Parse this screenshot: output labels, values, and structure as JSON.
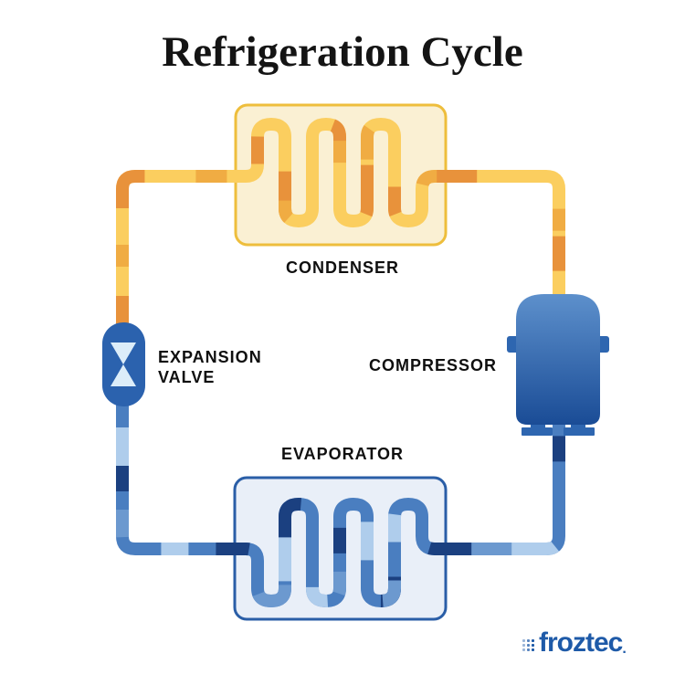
{
  "title": "Refrigeration Cycle",
  "diagram": {
    "condenser_label": "CONDENSER",
    "expansion_valve_label_1": "EXPANSION",
    "expansion_valve_label_2": "VALVE",
    "compressor_label": "COMPRESSOR",
    "evaporator_label": "EVAPORATOR"
  },
  "logo": {
    "wordmark": "froztec",
    "registered_dot": "."
  },
  "colors": {
    "background": "#FFFFFF",
    "text": "#0F0F0F",
    "title_text": "#141414",
    "hot_pipe": "#FBCE5F",
    "hot_segment_orange": "#E8923B",
    "hot_segment_amber": "#F0AC43",
    "cold_pipe": "#4A7EC0",
    "cold_segment_light": "#AFCDEC",
    "cold_segment_navy": "#1B4080",
    "cold_segment_steel": "#6C99CF",
    "condenser_box_fill": "#FAF0D3",
    "condenser_box_border": "#EEBE3C",
    "evaporator_box_fill": "#E9EFF8",
    "evaporator_box_border": "#2A5EA7",
    "valve_fill": "#2B62AE",
    "valve_glass": "#DCEDF9",
    "compressor_top": "#5D90CC",
    "compressor_bottom": "#1A4C96",
    "compressor_accent": "#2E66B0",
    "logo_blue": "#1E5AA8"
  }
}
